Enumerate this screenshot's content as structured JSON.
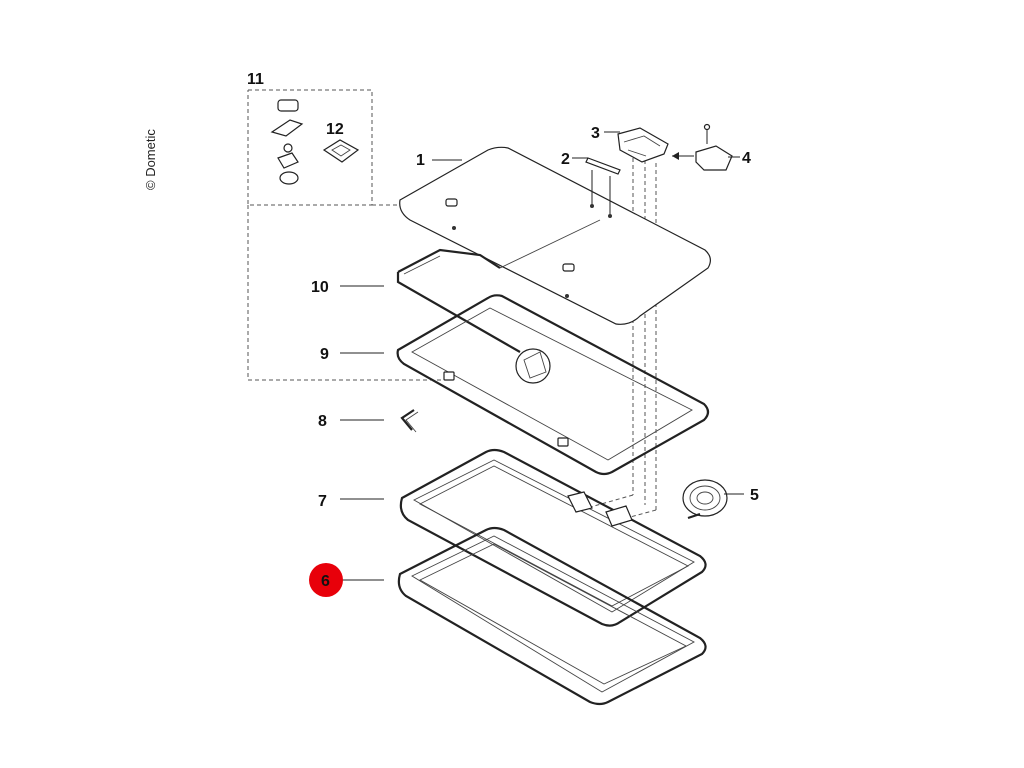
{
  "copyright": "© Dometic",
  "labels": {
    "p1": "1",
    "p2": "2",
    "p3": "3",
    "p4": "4",
    "p5": "5",
    "p6": "6",
    "p7": "7",
    "p8": "8",
    "p9": "9",
    "p10": "10",
    "p11": "11",
    "p12": "12"
  },
  "highlight": {
    "part": "6",
    "color": "#e8000a"
  }
}
